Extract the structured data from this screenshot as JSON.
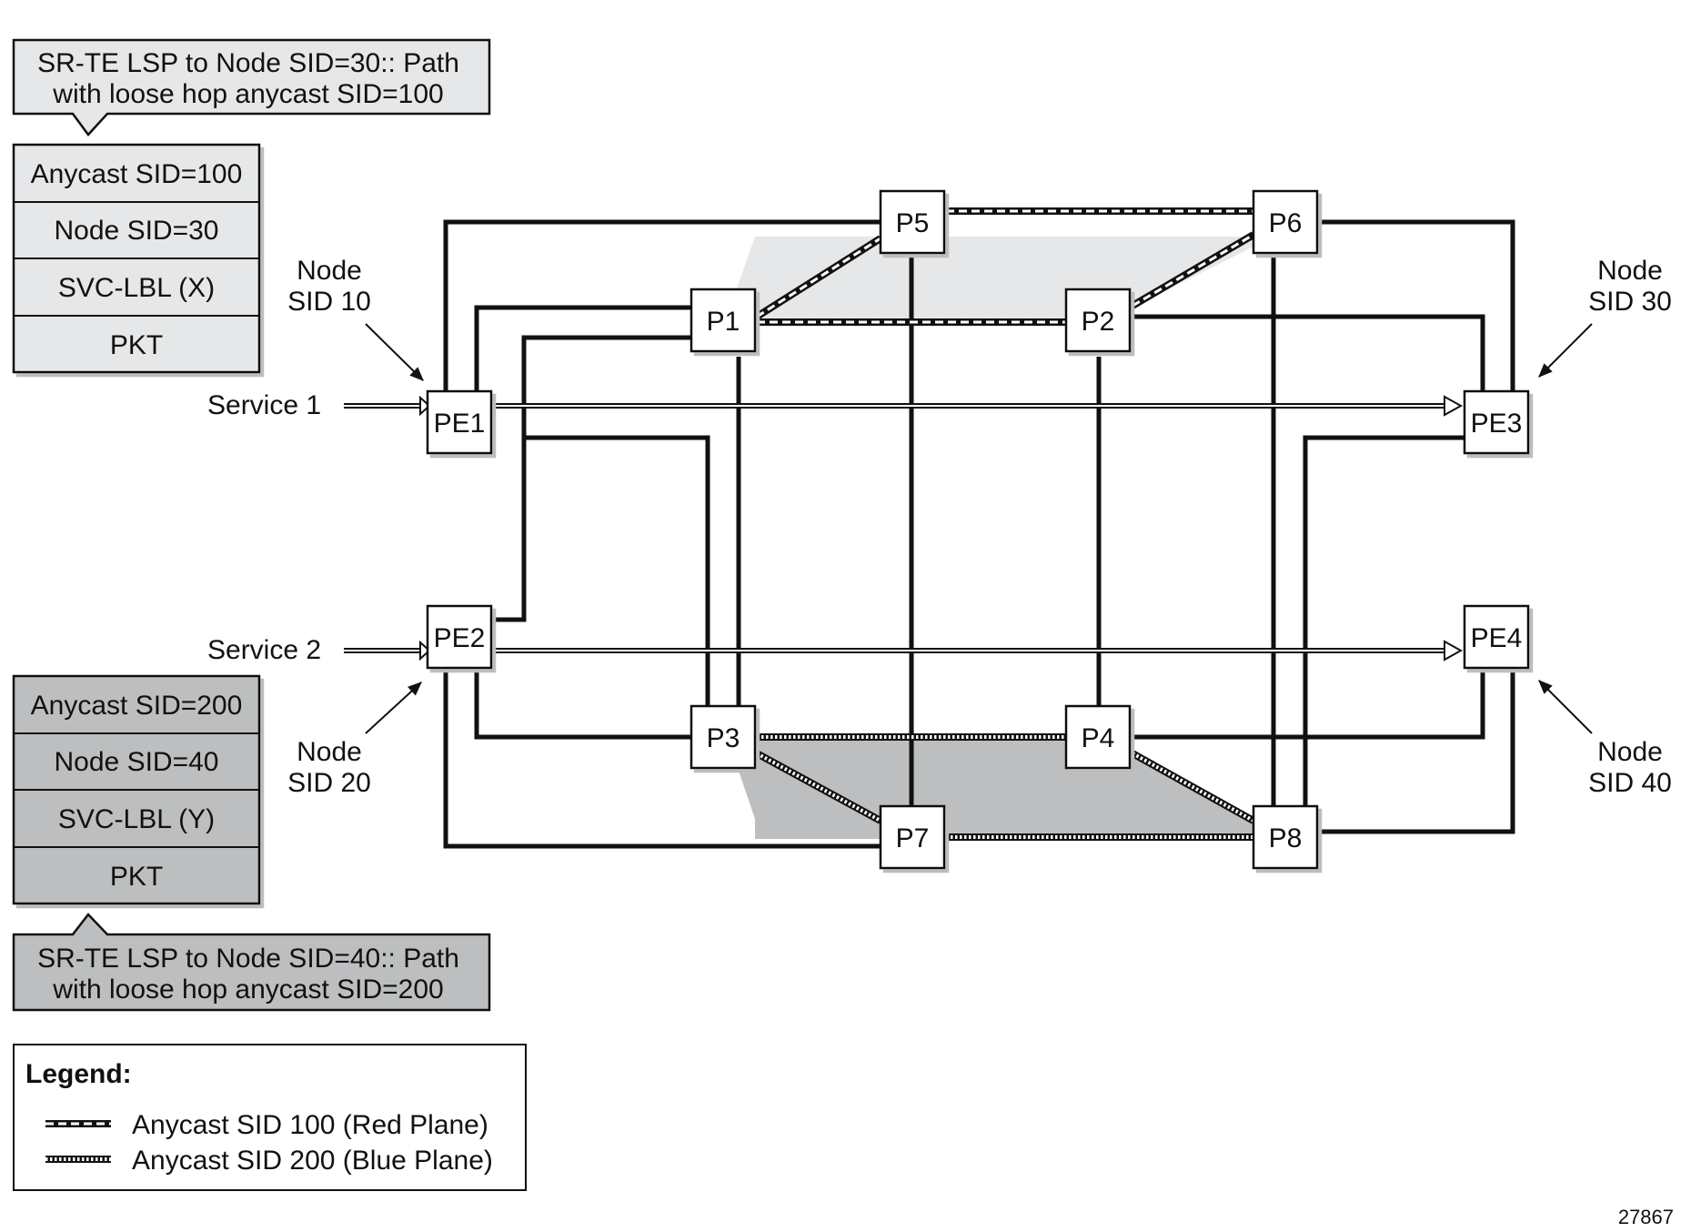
{
  "callouts": {
    "red": {
      "line1": "SR-TE LSP to Node SID=30:: Path",
      "line2": "with loose hop anycast SID=100"
    },
    "blue": {
      "line1": "SR-TE LSP to Node SID=40:: Path",
      "line2": "with loose hop anycast SID=200"
    }
  },
  "stacks": {
    "red": [
      "Anycast SID=100",
      "Node SID=30",
      "SVC-LBL (X)",
      "PKT"
    ],
    "blue": [
      "Anycast SID=200",
      "Node SID=40",
      "SVC-LBL (Y)",
      "PKT"
    ]
  },
  "nodes": {
    "pe1": "PE1",
    "pe2": "PE2",
    "pe3": "PE3",
    "pe4": "PE4",
    "p1": "P1",
    "p2": "P2",
    "p3": "P3",
    "p4": "P4",
    "p5": "P5",
    "p6": "P6",
    "p7": "P7",
    "p8": "P8"
  },
  "node_sid_labels": {
    "sid10": [
      "Node",
      "SID 10"
    ],
    "sid20": [
      "Node",
      "SID 20"
    ],
    "sid30": [
      "Node",
      "SID 30"
    ],
    "sid40": [
      "Node",
      "SID 40"
    ]
  },
  "services": {
    "s1": "Service 1",
    "s2": "Service 2"
  },
  "legend": {
    "title": "Legend:",
    "red_plane": "Anycast SID 100 (Red Plane)",
    "blue_plane": "Anycast SID 200 (Blue Plane)"
  },
  "figure_number": "27867",
  "colors": {
    "red_plane_fill": "#e6e7e8",
    "blue_plane_fill": "#bcbec0",
    "callout_red_fill": "#e6e7e8",
    "callout_blue_fill": "#bcbec0",
    "line": "#111111"
  }
}
